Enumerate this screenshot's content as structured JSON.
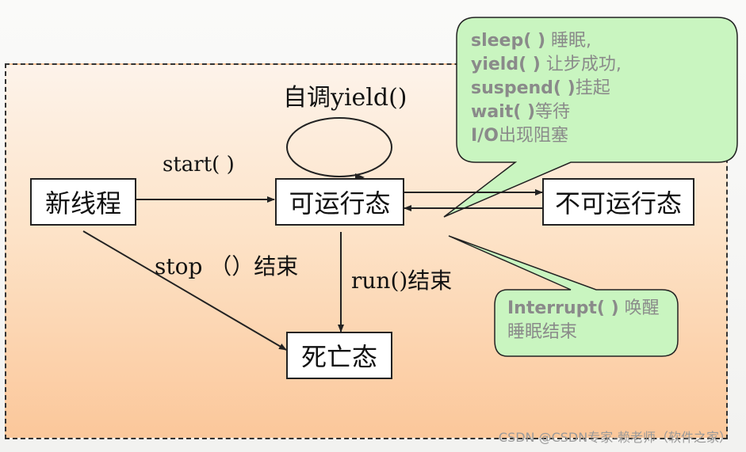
{
  "states": {
    "new_thread": "新线程",
    "runnable": "可运行态",
    "not_runnable": "不可运行态",
    "dead": "死亡态"
  },
  "edges": {
    "self_yield": "自调yield()",
    "start": "start(  )",
    "stop": "stop （）结束",
    "run_end": "run()结束"
  },
  "callout_block": [
    {
      "fn": "sleep( )",
      "desc": " 睡眠,"
    },
    {
      "fn": "yield( )",
      "desc": "  让步成功,"
    },
    {
      "fn": "suspend( )",
      "desc": "挂起"
    },
    {
      "fn": "wait( )",
      "desc": "等待"
    },
    {
      "fn": "I/O",
      "desc": "出现阻塞"
    }
  ],
  "callout_wake": [
    {
      "fn": "Interrupt( )",
      "desc": " 唤醒"
    },
    {
      "fn": "",
      "desc": "睡眠结束"
    }
  ],
  "watermark": "CSDN @CSDN专家-赖老师（软件之家）",
  "colors": {
    "callout_fill": "#c9f5c0",
    "callout_stroke": "#222222",
    "frame_gradient_top": "#fdf3ea",
    "frame_gradient_bottom": "#fbc79a"
  }
}
